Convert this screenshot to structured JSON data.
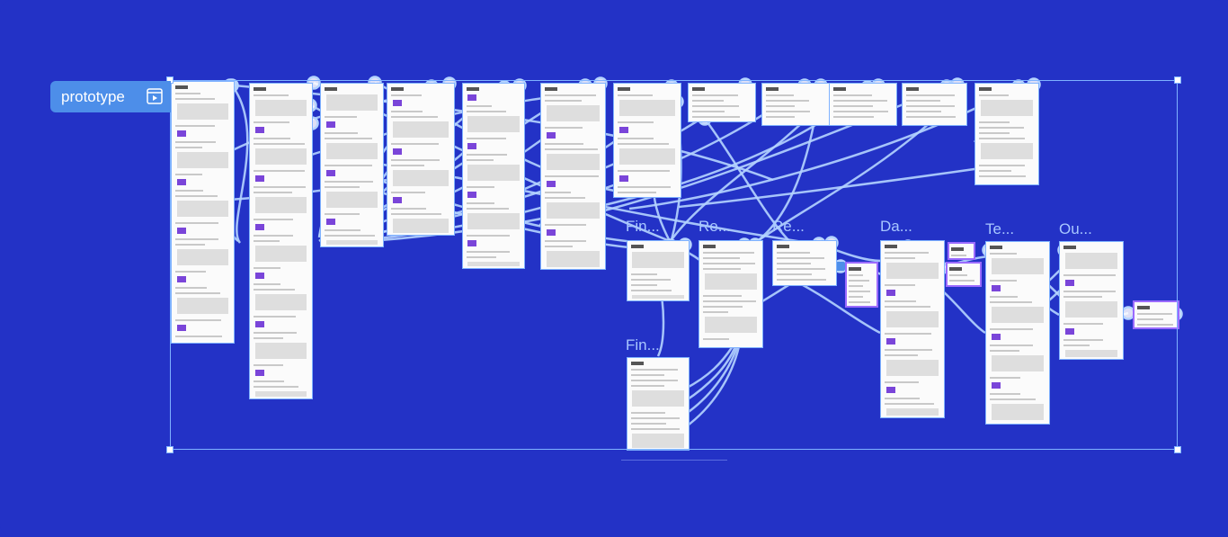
{
  "prototype_tag": {
    "label": "prototype",
    "icon": "play-frame-icon"
  },
  "frame_labels": [
    "Fin...",
    "Re...",
    "Re...",
    "Da...",
    "Te...",
    "Ou...",
    "Fin..."
  ],
  "colors": {
    "background": "#2332c6",
    "connector": "#b5d4ff",
    "selection": "#7fb2ff",
    "tag": "#4d8ee9",
    "frame_highlight": "#9b6bff"
  }
}
